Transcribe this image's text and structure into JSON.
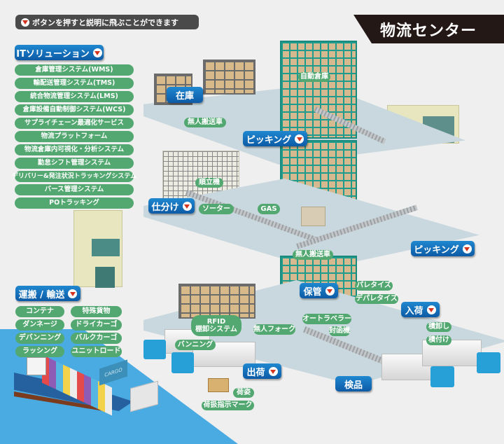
{
  "hint": {
    "text": "ボタンを押すと説明に飛ぶことができます",
    "icon": "red-down-triangle-icon"
  },
  "title": "物流センター",
  "colors": {
    "background": "#efefef",
    "title_banner": "#231815",
    "blue_button": "#0d5aa5",
    "green_pill": "#52a870",
    "accent_red": "#d6331e",
    "rack_teal": "#1f9c8e",
    "sea": "#4aabe3"
  },
  "it_solution": {
    "button_label": "ITソリューション",
    "items": [
      "倉庫管理システム(WMS)",
      "輸配送管理システム(TMS)",
      "統合物流管理システム(LMS)",
      "倉庫設備自動制御システム(WCS)",
      "サプライチェーン最適化サービス",
      "物流プラットフォーム",
      "物流倉庫内可視化・分析システム",
      "勤怠シフト管理システム",
      "デリバリー&発注状況トラッキングシステム",
      "バース管理システム",
      "POトラッキング"
    ]
  },
  "transport": {
    "button_label": "運搬 / 輸送",
    "items_left": [
      "コンテナ",
      "ダンネージ",
      "デバンニング",
      "ラッシング"
    ],
    "items_right": [
      "特殊貨物",
      "ドライカーゴ",
      "バルクカーゴ",
      "ユニットロード"
    ]
  },
  "sections": {
    "inventory": {
      "label": "在庫",
      "has_button": false
    },
    "picking_top": {
      "label": "ピッキング",
      "has_button": true
    },
    "sorting": {
      "label": "仕分け",
      "has_button": true
    },
    "picking_mid": {
      "label": "ピッキング",
      "has_button": true
    },
    "storage": {
      "label": "保管",
      "has_button": true
    },
    "receiving": {
      "label": "入荷",
      "has_button": true
    },
    "shipping": {
      "label": "出荷",
      "has_button": true
    },
    "inspection": {
      "label": "検品",
      "has_button": false
    }
  },
  "tags": {
    "auto_warehouse": "自動倉庫",
    "agv_top": "無人搬送車",
    "sequencer": "順立機",
    "sorter": "ソーター",
    "gas": "GAS",
    "agv_mid": "無人搬送車",
    "palletize": "パレタイズ",
    "depalletize": "デパレタイズ",
    "unloading": "積卸し",
    "loading": "積付け",
    "rfid_line1": "RFID",
    "rfid_line2": "棚卸システム",
    "unmanned_forklift": "無人フォーク",
    "auto_labeler": "オートラベラー",
    "case_sealer": "封函機",
    "vanning": "バンニング",
    "packing_style": "荷姿",
    "handling_mark": "荷扱指示マーク"
  },
  "misc": {
    "container_text": "CARGO"
  }
}
